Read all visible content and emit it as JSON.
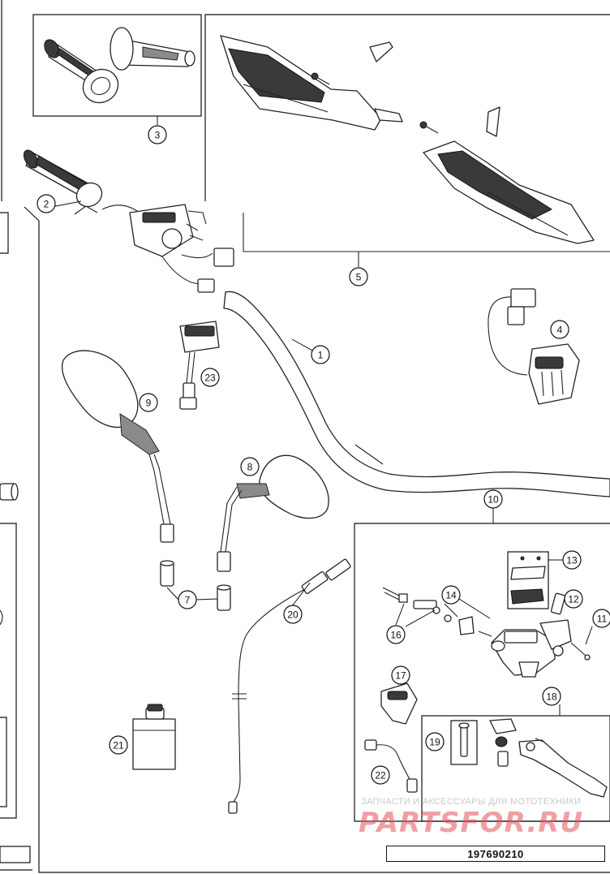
{
  "diagram": {
    "document_id": "197690210",
    "callouts": [
      "1",
      "2",
      "3",
      "4",
      "5",
      "7",
      "8",
      "9",
      "10",
      "11",
      "12",
      "13",
      "14",
      "16",
      "17",
      "18",
      "19",
      "20",
      "21",
      "22",
      "23"
    ]
  },
  "watermark": {
    "line1": "ЗАПЧАСТИ И АКСЕССУАРЫ ДЛЯ МОТОТЕХНИКИ",
    "logo": "PARTSFOR.RU"
  }
}
